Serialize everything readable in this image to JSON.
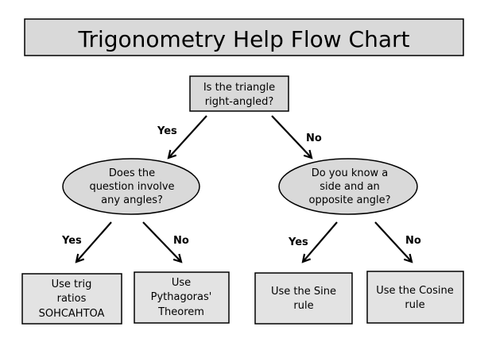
{
  "title": "Trigonometry Help Flow Chart",
  "colors": {
    "box_fill": "#d9d9d9",
    "result_fill": "#e3e3e3",
    "stroke": "#000000",
    "arrow": "#000000"
  },
  "nodes": {
    "root": {
      "lines": [
        "Is the triangle",
        "right-angled?"
      ]
    },
    "q_angles": {
      "lines": [
        "Does the",
        "question involve",
        "any angles?"
      ]
    },
    "q_side": {
      "lines": [
        "Do you know a",
        "side and an",
        "opposite angle?"
      ]
    },
    "r_trig": {
      "lines": [
        "Use trig",
        "ratios",
        "SOHCAHTOA"
      ]
    },
    "r_pythag": {
      "lines": [
        "Use",
        "Pythagoras'",
        "Theorem"
      ]
    },
    "r_sine": {
      "lines": [
        "Use the Sine",
        "rule"
      ]
    },
    "r_cosine": {
      "lines": [
        "Use the Cosine",
        "rule"
      ]
    }
  },
  "edge_labels": {
    "root_yes": "Yes",
    "root_no": "No",
    "angles_yes": "Yes",
    "angles_no": "No",
    "side_yes": "Yes",
    "side_no": "No"
  }
}
